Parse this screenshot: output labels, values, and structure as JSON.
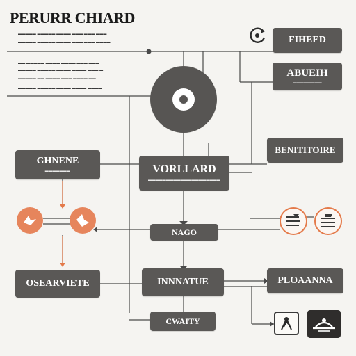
{
  "title": "PERURR CHIARD",
  "captions": {
    "top_1": "▬▬▬▬▬ ▬▬▬▬▬ ▬▬▬▬ ▬▬▬ ▬▬▬ ▬▬▬",
    "top_2": "▬▬▬▬▬ ▬▬▬▬▬ ▬▬▬▬ ▬▬▬ ▬▬▬ ▬▬▬▬",
    "mid_1": "▬▬ ▬▬▬▬▬ ▬▬▬▬ ▬▬▬▬ ▬▬▬ ▬▬▬",
    "mid_2": "▬▬▬▬▬ ▬▬▬▬▬ ▬▬▬▬ ▬▬▬▬ ▬▬▬ ▬",
    "mid_3": "▬▬▬▬▬ ▬▬ ▬▬▬▬ ▬▬▬ ▬▬▬▬ ▬▬",
    "mid_4": "▬▬▬▬▬ ▬▬▬▬▬ ▬▬▬▬ ▬▬▬▬ ▬▬▬▬"
  },
  "nodes": {
    "fiheed": {
      "label": "FIHEED"
    },
    "abueh": {
      "label": "ABUEIH",
      "sub": "▬▬▬▬▬▬▬▬"
    },
    "benititoire": {
      "label": "BENITITOIRE"
    },
    "genene": {
      "label": "GHNENE",
      "sub": "▬▬▬▬▬▬▬"
    },
    "vorllard": {
      "label": "VORLLARD",
      "sub": "▬▬▬▬▬▬▬▬▬▬▬▬▬▬▬▬▬▬▬▬"
    },
    "nago": {
      "label": "NAGO"
    },
    "osearviete": {
      "label": "OSEARVIETE"
    },
    "innnatue": {
      "label": "INNNATUE"
    },
    "plaanna": {
      "label": "PLOAANNA"
    },
    "cwaity": {
      "label": "CWAITY"
    }
  },
  "icons": {
    "hub": "target-icon",
    "left_pair": "scribble-icon",
    "right_pair": "folded-document-icon",
    "corner_top": "refresh-icon",
    "corner_bottom_left": "person-icon",
    "corner_bottom_right": "hat-icon"
  },
  "colors": {
    "box": "#5a5856",
    "accent": "#e6855c",
    "line": "#4a4a4a",
    "background": "#f5f4f1"
  }
}
